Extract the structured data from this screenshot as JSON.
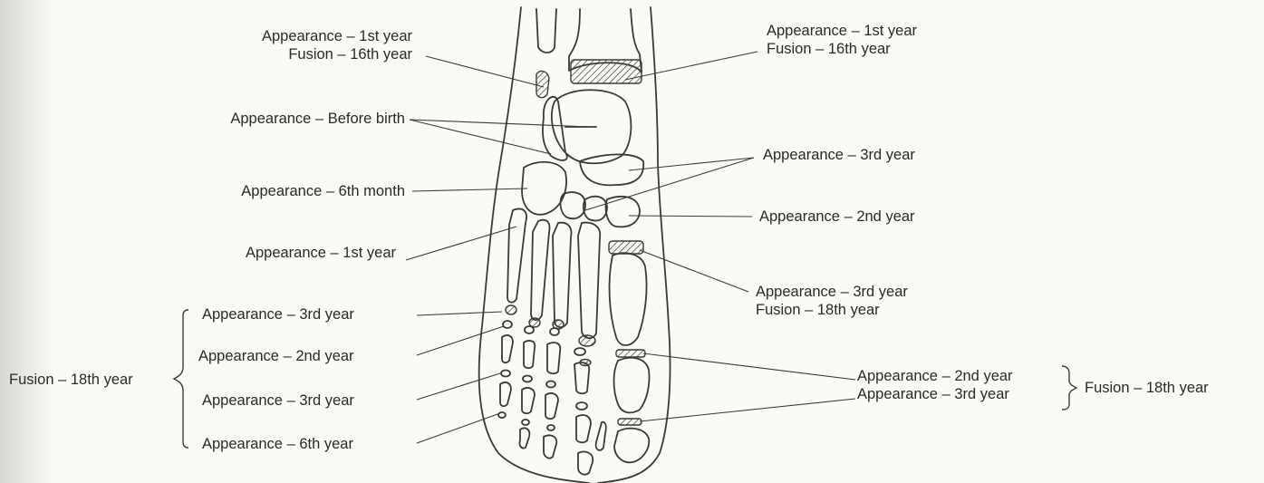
{
  "labels": {
    "left": {
      "top": {
        "appearance": "Appearance – 1st year",
        "fusion": "Fusion – 16th year"
      },
      "before_birth": "Appearance – Before birth",
      "sixth_month": "Appearance – 6th month",
      "first_year": "Appearance – 1st year",
      "phalanges": [
        "Appearance – 3rd year",
        "Appearance – 2nd year",
        "Appearance – 3rd year",
        "Appearance – 6th year"
      ],
      "phalanges_fusion": "Fusion – 18th year"
    },
    "right": {
      "top": {
        "appearance": "Appearance – 1st year",
        "fusion": "Fusion – 16th year"
      },
      "third_year": "Appearance – 3rd year",
      "second_year": "Appearance – 2nd year",
      "metatarsal": {
        "appearance": "Appearance – 3rd year",
        "fusion": "Fusion – 18th year"
      },
      "great_toe": [
        "Appearance – 2nd year",
        "Appearance – 3rd year"
      ],
      "great_toe_fusion": "Fusion – 18th year"
    }
  },
  "colors": {
    "line": "#3a3a3a",
    "text": "#2a2a2a",
    "paper": "#fbfaf6"
  }
}
